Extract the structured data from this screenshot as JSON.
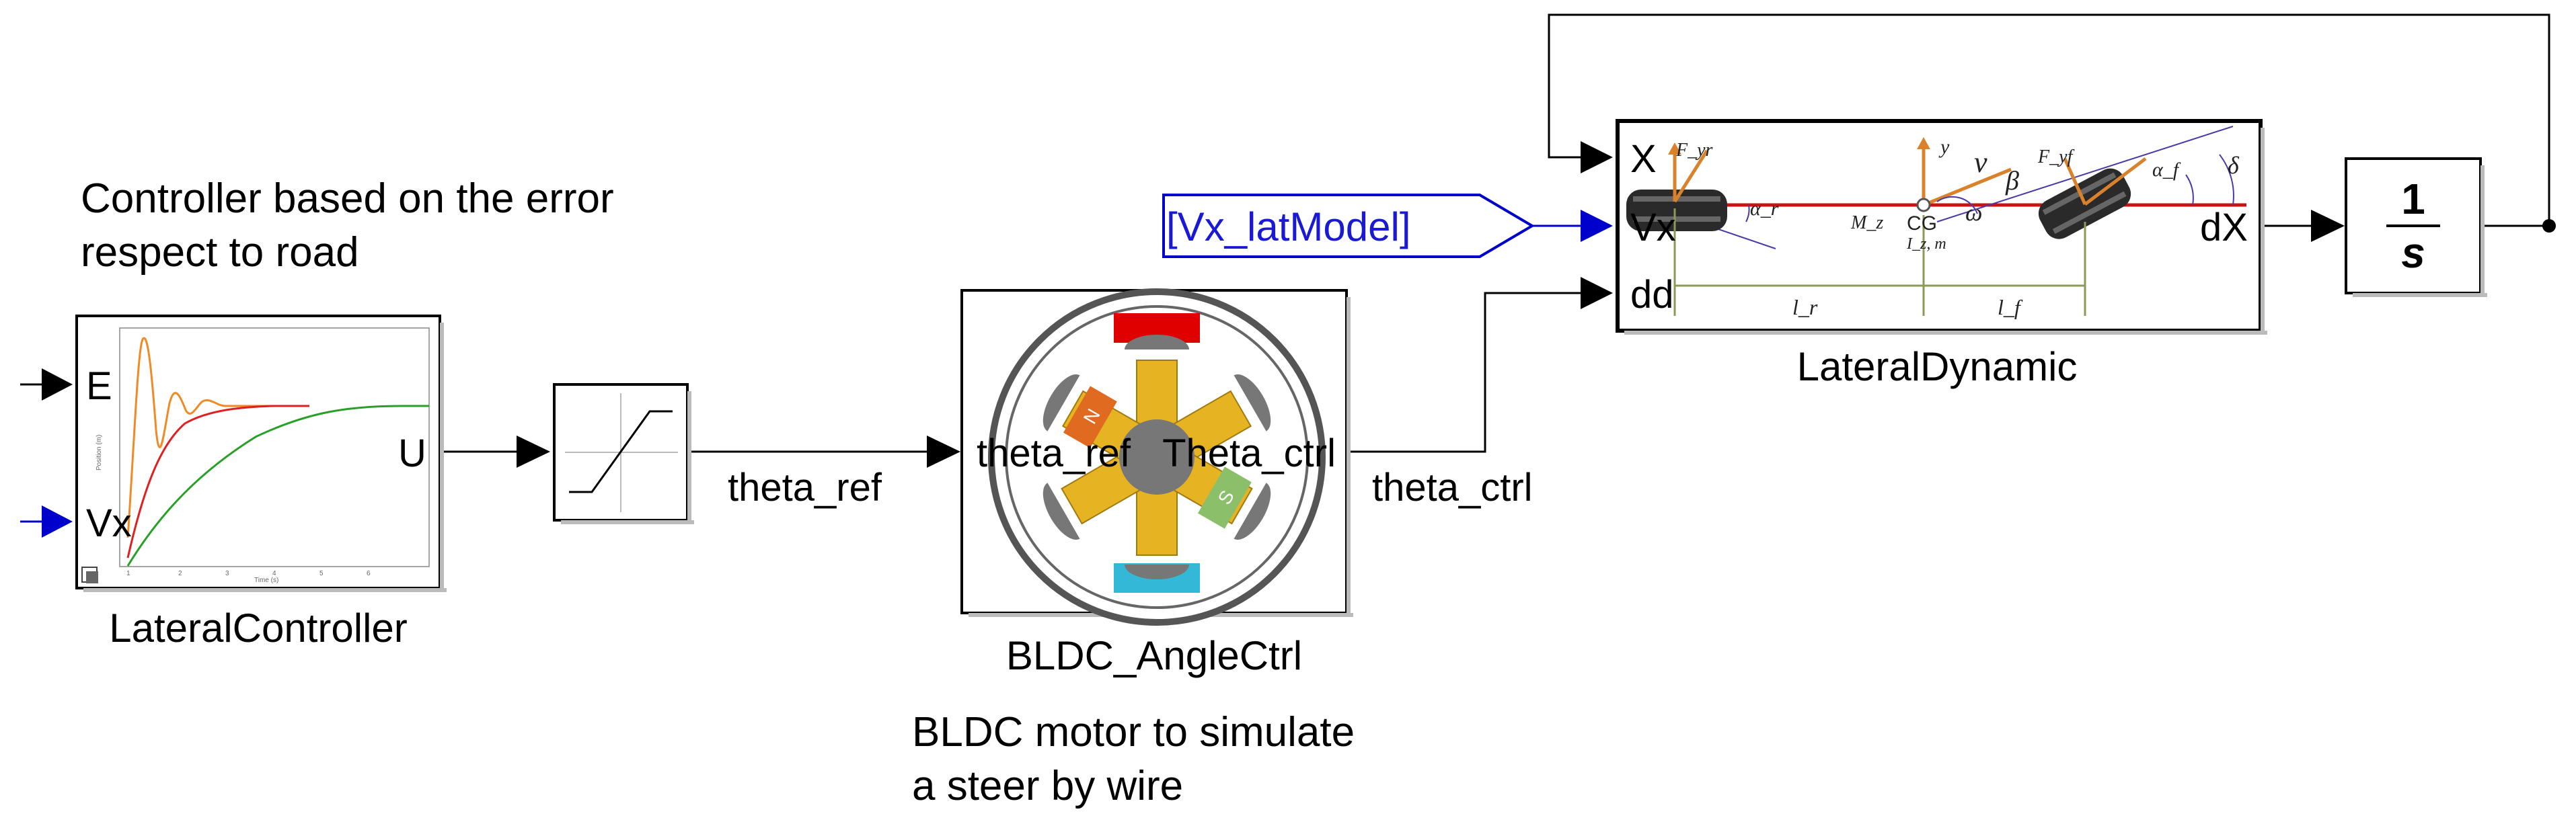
{
  "annotations": {
    "controller_note_line1": "Controller based on the error",
    "controller_note_line2": "respect to road",
    "bldc_note_line1": "BLDC motor to simulate",
    "bldc_note_line2": "a steer by wire"
  },
  "blocks": {
    "lateral_controller": {
      "name": "LateralController",
      "inputs": [
        "E",
        "Vx"
      ],
      "outputs": [
        "U"
      ],
      "mask_plot": {
        "xlabel": "Time (s)",
        "ylabel": "Position (m)",
        "xticks": [
          "1",
          "2",
          "3",
          "4",
          "5",
          "6"
        ]
      }
    },
    "bldc": {
      "name": "BLDC_AngleCtrl",
      "inputs": [
        "theta_ref"
      ],
      "outputs": [
        "Theta_ctrl"
      ],
      "pole_labels": [
        "N",
        "S"
      ]
    },
    "lateral_dynamic": {
      "name": "LateralDynamic",
      "inputs": [
        "X",
        "Vx",
        "dd"
      ],
      "outputs": [
        "dX"
      ],
      "mask_symbols": [
        "F_yr",
        "α_r",
        "M_z",
        "y",
        "v",
        "β",
        "F_yf",
        "α_f",
        "δ",
        "CG",
        "ω",
        "I_z, m",
        "l_r",
        "l_f"
      ]
    },
    "integrator": {
      "numerator": "1",
      "denominator": "s"
    },
    "goto_tag": {
      "label": "[Vx_latModel]"
    }
  },
  "signals": {
    "theta_ref": "theta_ref",
    "theta_ctrl": "theta_ctrl"
  },
  "colors": {
    "line": "#000000",
    "blue_signal": "#0000cc",
    "tag_text": "#1a1ad6",
    "bldc_red": "#e00000",
    "bldc_cyan": "#33b8d8",
    "coil_yellow": "#e6b422",
    "north_orange": "#e06a20",
    "south_green": "#8cbf6a",
    "vector_orange": "#d9822b",
    "road_red": "#cc1111"
  }
}
